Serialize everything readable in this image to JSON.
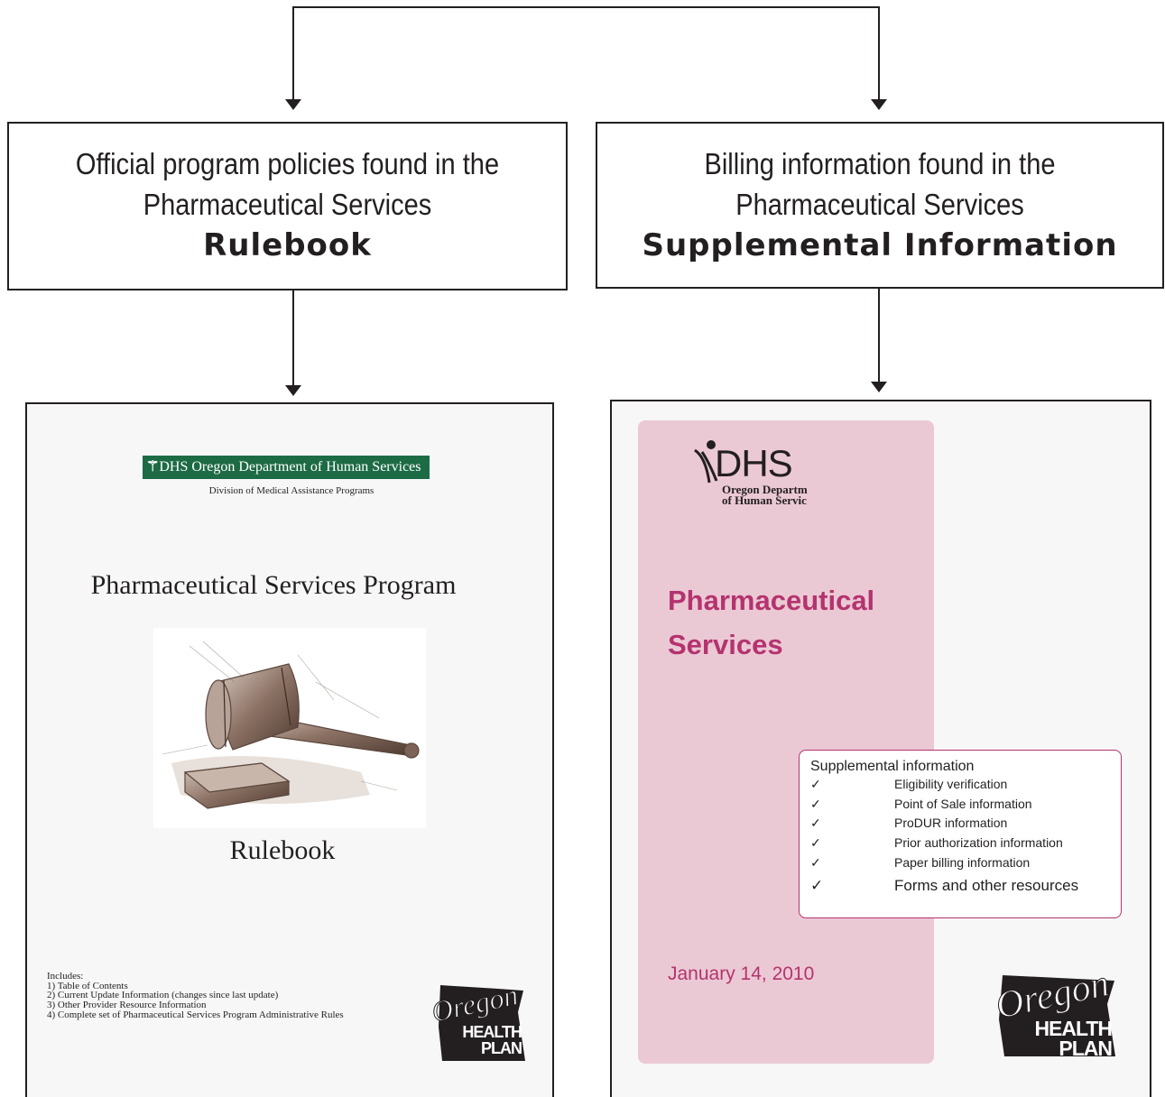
{
  "left_box": {
    "line1": "Official program policies found in the",
    "line2": "Pharmaceutical Services",
    "bold": "Rulebook"
  },
  "right_box": {
    "line1": "Billing information found in the",
    "line2": "Pharmaceutical Services",
    "bold": "Supplemental Information"
  },
  "left_doc": {
    "dhs_logo_text": "DHS Oregon Department of Human Services",
    "division": "Division of Medical Assistance Programs",
    "title": "Pharmaceutical Services Program",
    "subtitle": "Rulebook",
    "includes_heading": "Includes:",
    "includes": [
      "1) Table of Contents",
      "2) Current Update Information (changes since last update)",
      "3) Other Provider Resource Information",
      "4) Complete set of Pharmaceutical Services Program Administrative Rules"
    ],
    "ohp_logo": {
      "script": "Oregon",
      "line1": "HEALTH",
      "line2": "PLAN"
    }
  },
  "right_doc": {
    "dhs_logo": {
      "letters": "DHS",
      "line1": "Oregon Departm",
      "line2": "of Human Servic"
    },
    "title_line1": "Pharmaceutical",
    "title_line2": "Services",
    "date": "January 14, 2010",
    "supplemental": {
      "heading": "Supplemental information",
      "check": "✓",
      "items": [
        "Eligibility verification",
        "Point of Sale information",
        "ProDUR information",
        "Prior authorization information",
        "Paper billing information",
        "Forms and other resources"
      ]
    },
    "ohp_logo": {
      "script": "Oregon",
      "line1": "HEALTH",
      "line2": "PLAN"
    }
  },
  "colors": {
    "pink_panel": "#ebc9d4",
    "title_magenta": "#b4336f",
    "dhs_green": "#1d6b45",
    "ink": "#231f20"
  }
}
